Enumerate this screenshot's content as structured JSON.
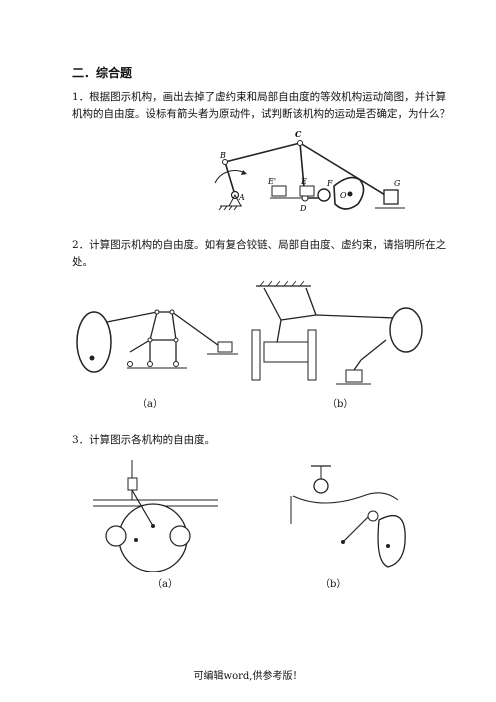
{
  "heading": "二．综合题",
  "q1": {
    "line1": "1．根据图示机构，画出去掉了虚约束和局部自由度的等效机构运动简图，并计算",
    "line2": "机构的自由度。设标有箭头者为原动件，试判断该机构的运动是否确定，为什么？",
    "labels": {
      "A": "A",
      "B": "B",
      "C": "C",
      "D": "D",
      "E": "E",
      "E2": "E'",
      "F": "F",
      "G": "G",
      "O": "O"
    }
  },
  "q2": {
    "line1": "2．计算图示机构的自由度。如有复合铰链、局部自由度、虚约束，请指明所在之",
    "line2": "处。",
    "cap_a": "（a）",
    "cap_b": "（b）"
  },
  "q3": {
    "line1": "3．计算图示各机构的自由度。",
    "cap_a": "（a）",
    "cap_b": "（b）"
  },
  "footer": "可编辑word,供参考版！"
}
